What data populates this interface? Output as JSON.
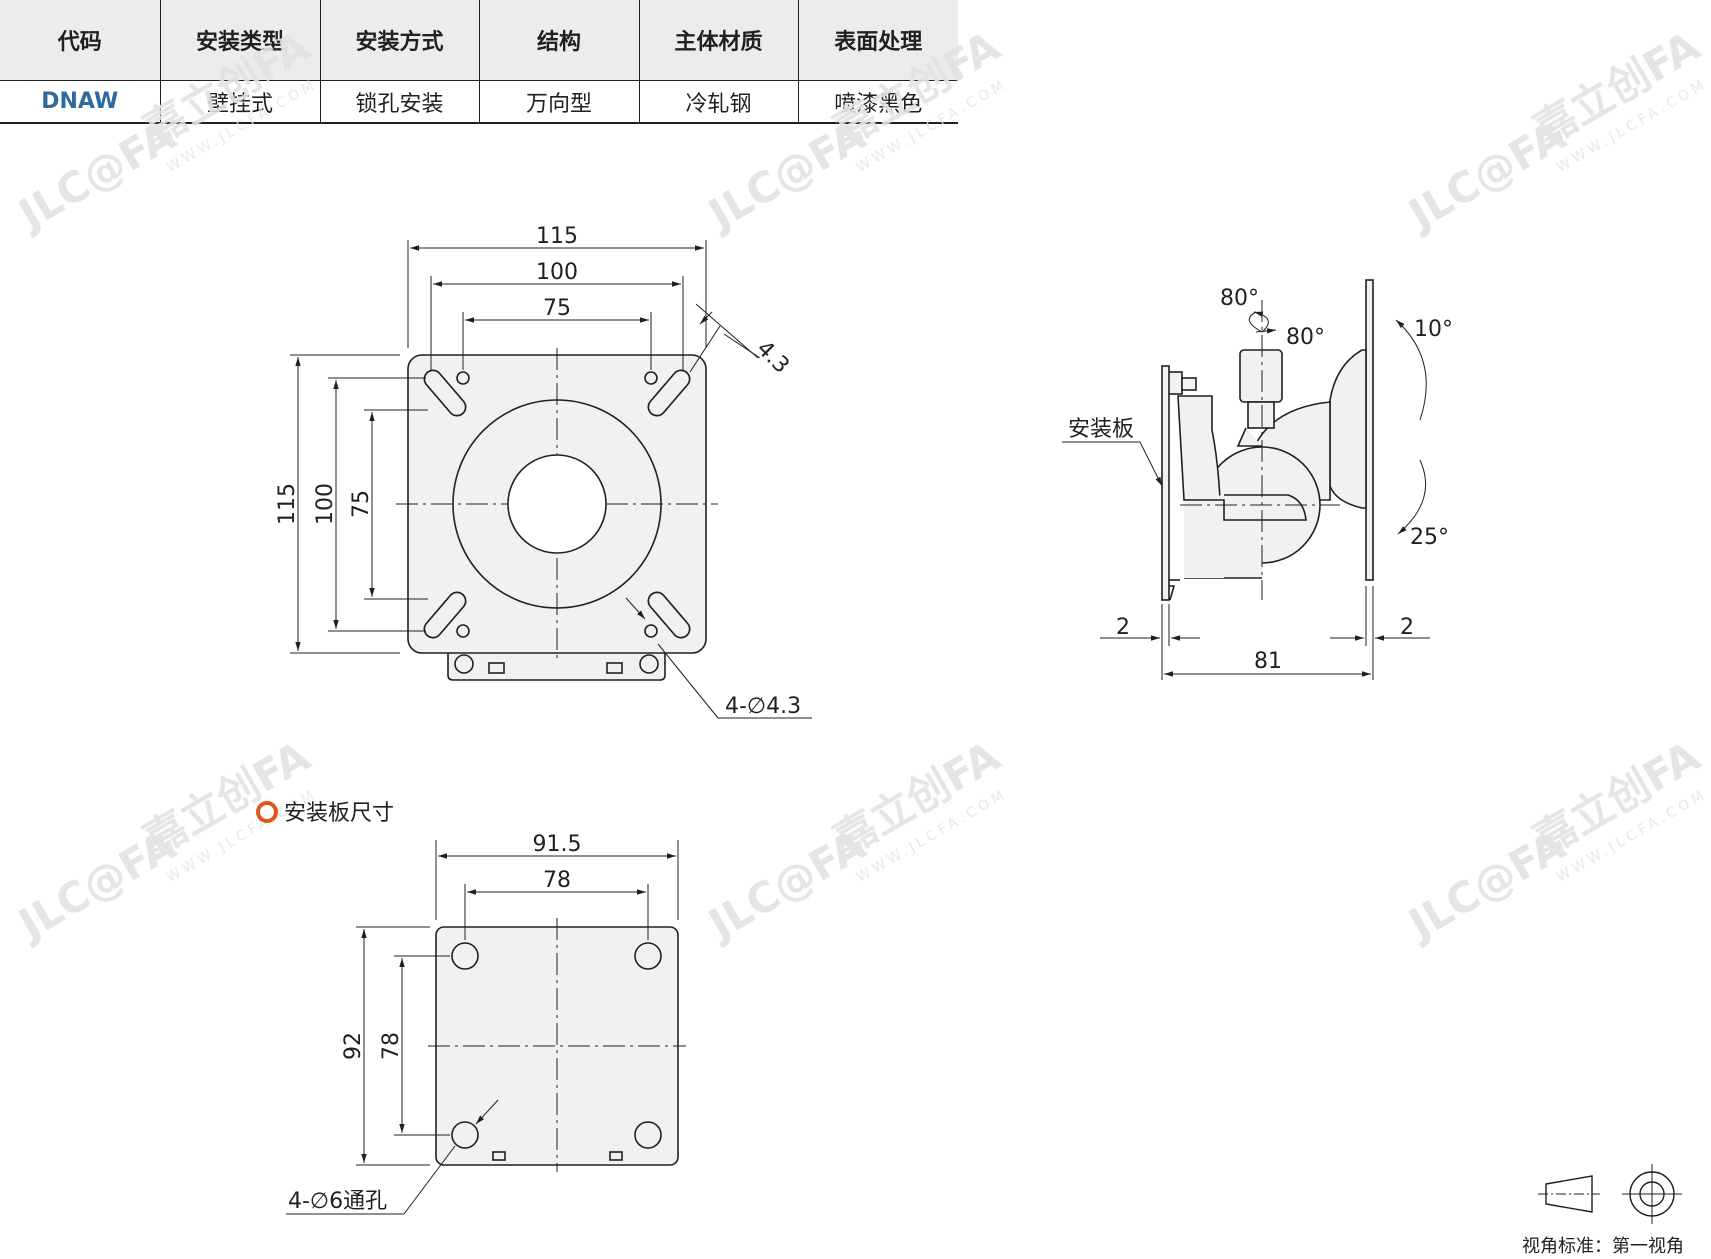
{
  "table": {
    "headers": [
      "代码",
      "安装类型",
      "安装方式",
      "结构",
      "主体材质",
      "表面处理"
    ],
    "row": [
      "DNAW",
      "壁挂式",
      "锁孔安装",
      "万向型",
      "冷轧钢",
      "喷漆黑色"
    ]
  },
  "front_view": {
    "width_115": "115",
    "width_100": "100",
    "width_75": "75",
    "slot_4_3": "4.3",
    "height_115": "115",
    "height_100": "100",
    "height_75": "75",
    "holes": "4-∅4.3"
  },
  "side_view": {
    "angle_80_a": "80°",
    "angle_80_b": "80°",
    "angle_10": "10°",
    "angle_25": "25°",
    "plate_label": "安装板",
    "thick_left": "2",
    "thick_right": "2",
    "depth_81": "81"
  },
  "plate_section": {
    "title": "安装板尺寸",
    "width_91_5": "91.5",
    "width_78": "78",
    "height_92": "92",
    "height_78": "78",
    "holes": "4-∅6通孔"
  },
  "projection": {
    "label": "视角标准：第一视角"
  },
  "watermark": {
    "brand": "JLC@FA",
    "cn": "嘉立创FA",
    "url": "WWW.JLCFA.COM"
  },
  "colors": {
    "accent_code": "#2e6a9c",
    "marker_orange": "#e0561f",
    "part_fill": "#f1f1f1"
  }
}
